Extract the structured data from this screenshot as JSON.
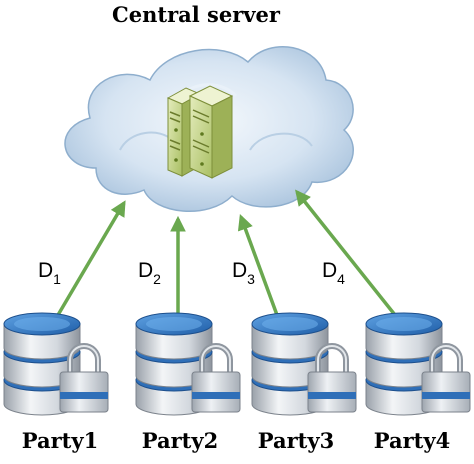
{
  "title": "Central server",
  "arrow_color": "#6aa84f",
  "cloud_color": "#c8dcef",
  "server_color": "#c8d98a",
  "database_color": "#3a78c2",
  "lock_color": "#b8bec6",
  "links": [
    {
      "label": "D",
      "sub": "1"
    },
    {
      "label": "D",
      "sub": "2"
    },
    {
      "label": "D",
      "sub": "3"
    },
    {
      "label": "D",
      "sub": "4"
    }
  ],
  "parties": [
    {
      "label": "Party1"
    },
    {
      "label": "Party2"
    },
    {
      "label": "Party3"
    },
    {
      "label": "Party4"
    }
  ]
}
